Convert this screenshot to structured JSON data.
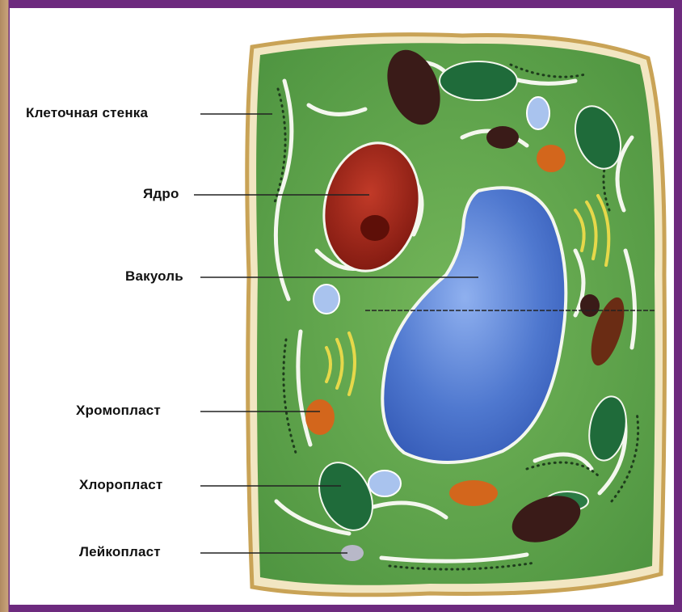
{
  "diagram": {
    "labels": {
      "cell_wall": "Клеточная  стенка",
      "nucleus": "Ядро",
      "vacuole": "Вакуоль",
      "chromoplast": "Хромопласт",
      "chloroplast": "Хлоропласт",
      "leucoplast": "Лейкопласт"
    },
    "colors": {
      "frame": "#6d2a7e",
      "cytoplasm": "#5fa64a",
      "cell_wall": "#d9b66a",
      "nucleus": "#9a2318",
      "vacuole": "#4f78cf",
      "chloroplast": "#1f6b3a",
      "chromoplast": "#d3661c",
      "leucoplast": "#b8b8c8"
    }
  }
}
